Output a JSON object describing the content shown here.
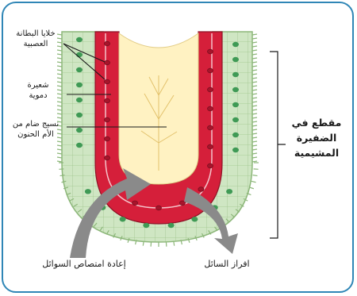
{
  "labels": {
    "neurothelial_cells": [
      "خلايا البطانة",
      "العصبية"
    ],
    "capillary": [
      "شعيرة",
      "دموية"
    ],
    "pia_tissue": [
      "نسيج ضام من",
      "الأم الحنون"
    ],
    "section_title": [
      "مقطع في",
      "الضفيرة",
      "المشيمية"
    ],
    "reabsorption": "إعادة امتصاص السوائل",
    "secretion": "افراز السائل"
  },
  "colors": {
    "frame": "#2f86b6",
    "epithelium_fill": "#cfe6c3",
    "epithelium_stroke": "#8db77a",
    "nucleus": "#3f9a55",
    "blood_vessel": "#d51f3a",
    "vessel_dark": "#8e1327",
    "connective_tissue": "#fff2c2",
    "arrow": "#8a8a8a",
    "pointer_line": "#1a1a1a"
  },
  "icons": {
    "reabsorption_arrow": "curved-arrow-up-icon",
    "secretion_arrow": "curved-arrow-down-icon"
  }
}
